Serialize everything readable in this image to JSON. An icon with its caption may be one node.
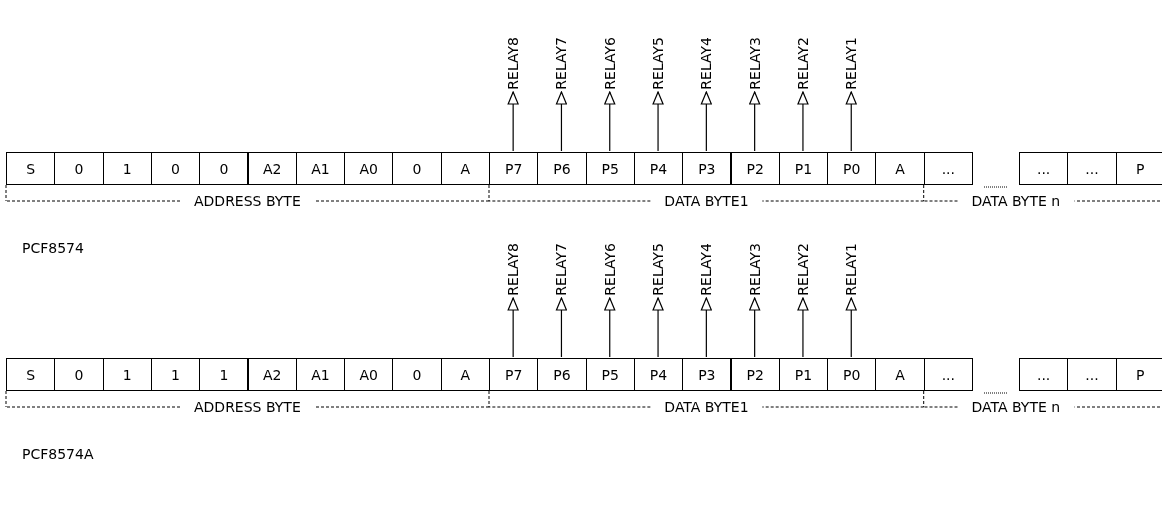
{
  "diagram": {
    "nodes": [
      {
        "text": [
          "RELAY8"
        ]
      },
      {
        "text": [
          "RELAY7"
        ]
      },
      {
        "text": [
          "RELAY6"
        ]
      },
      {
        "text": [
          "RELAY5"
        ]
      },
      {
        "text": [
          "RELAY4"
        ]
      },
      {
        "text": [
          "RELAY3"
        ]
      },
      {
        "text": [
          "RELAY2"
        ]
      },
      {
        "text": [
          "RELAY1"
        ]
      },
      {
        "text": [
          "S"
        ]
      },
      {
        "text": [
          "0"
        ]
      },
      {
        "text": [
          "1"
        ]
      },
      {
        "text": [
          "0"
        ]
      },
      {
        "text": [
          "0"
        ]
      },
      {
        "text": [
          "A2"
        ]
      },
      {
        "text": [
          "A1"
        ]
      },
      {
        "text": [
          "A0"
        ]
      },
      {
        "text": [
          "0"
        ]
      },
      {
        "text": [
          "A"
        ]
      },
      {
        "text": [
          "P7"
        ]
      },
      {
        "text": [
          "P6"
        ]
      },
      {
        "text": [
          "P5"
        ]
      },
      {
        "text": [
          "P4"
        ]
      },
      {
        "text": [
          "P3"
        ]
      },
      {
        "text": [
          "P2"
        ]
      },
      {
        "text": [
          "P1"
        ]
      },
      {
        "text": [
          "P0"
        ]
      },
      {
        "text": [
          "A"
        ]
      },
      {
        "text": [
          "..."
        ]
      },
      {
        "text": [
          "..."
        ]
      },
      {
        "text": [
          "..."
        ]
      },
      {
        "text": [
          "P"
        ]
      },
      {
        "text": [
          "RELAY8"
        ]
      },
      {
        "text": [
          "RELAY7"
        ]
      },
      {
        "text": [
          "RELAY6"
        ]
      },
      {
        "text": [
          "RELAY5"
        ]
      },
      {
        "text": [
          "RELAY4"
        ]
      },
      {
        "text": [
          "RELAY3"
        ]
      },
      {
        "text": [
          "RELAY2"
        ]
      },
      {
        "text": [
          "RELAY1"
        ]
      },
      {
        "text": [
          "S"
        ]
      },
      {
        "text": [
          "0"
        ]
      },
      {
        "text": [
          "1"
        ]
      },
      {
        "text": [
          "1"
        ]
      },
      {
        "text": [
          "1"
        ]
      },
      {
        "text": [
          "A2"
        ]
      },
      {
        "text": [
          "A1"
        ]
      },
      {
        "text": [
          "A0"
        ]
      },
      {
        "text": [
          "0"
        ]
      },
      {
        "text": [
          "A"
        ]
      },
      {
        "text": [
          "P7"
        ]
      },
      {
        "text": [
          "P6"
        ]
      },
      {
        "text": [
          "P5"
        ]
      },
      {
        "text": [
          "P4"
        ]
      },
      {
        "text": [
          "P3"
        ]
      },
      {
        "text": [
          "P2"
        ]
      },
      {
        "text": [
          "P1"
        ]
      },
      {
        "text": [
          "P0"
        ]
      },
      {
        "text": [
          "A"
        ]
      },
      {
        "text": [
          "..."
        ]
      },
      {
        "text": [
          "..."
        ]
      },
      {
        "text": [
          "..."
        ]
      },
      {
        "text": [
          "P"
        ]
      }
    ],
    "edges": [
      {
        "from": 18,
        "to": 0,
        "arrow": "to"
      },
      {
        "from": 19,
        "to": 1,
        "arrow": "to"
      },
      {
        "from": 20,
        "to": 2,
        "arrow": "to"
      },
      {
        "from": 21,
        "to": 3,
        "arrow": "to"
      },
      {
        "from": 22,
        "to": 4,
        "arrow": "to"
      },
      {
        "from": 23,
        "to": 5,
        "arrow": "to"
      },
      {
        "from": 24,
        "to": 6,
        "arrow": "to"
      },
      {
        "from": 25,
        "to": 7,
        "arrow": "to"
      },
      {
        "from": 49,
        "to": 31,
        "arrow": "to"
      },
      {
        "from": 50,
        "to": 32,
        "arrow": "to"
      },
      {
        "from": 51,
        "to": 33,
        "arrow": "to"
      },
      {
        "from": 52,
        "to": 34,
        "arrow": "to"
      },
      {
        "from": 53,
        "to": 35,
        "arrow": "to"
      },
      {
        "from": 54,
        "to": 36,
        "arrow": "to"
      },
      {
        "from": 55,
        "to": 37,
        "arrow": "to"
      },
      {
        "from": 56,
        "to": 38,
        "arrow": "to"
      }
    ],
    "labels": [
      "ADDRESS BYTE",
      "DATA BYTE1",
      "DATA BYTE n",
      "PCF8574",
      "ADDRESS BYTE",
      "DATA BYTE1",
      "DATA BYTE n",
      "PCF8574A"
    ]
  }
}
